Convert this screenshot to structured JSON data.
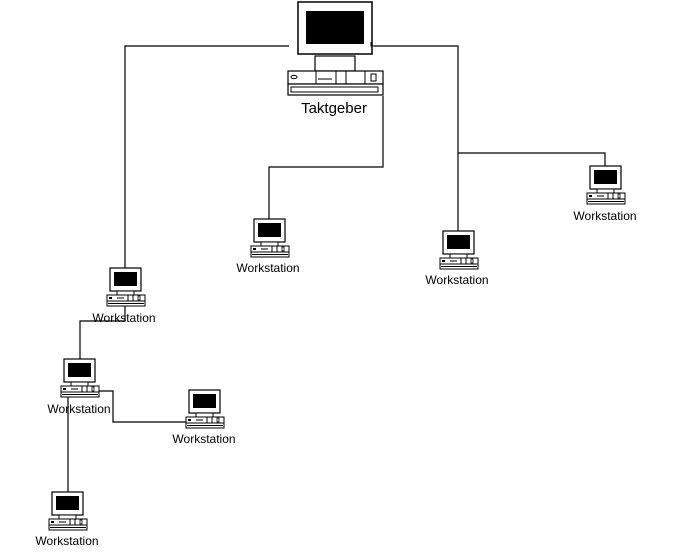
{
  "diagram": {
    "type": "network-topology",
    "colors": {
      "line": "#000000",
      "background": "#ffffff",
      "screen": "#000000"
    },
    "nodes": [
      {
        "id": "server",
        "label": "Taktgeber",
        "kind": "server",
        "icon": "server-computer-icon"
      },
      {
        "id": "ws1",
        "label": "Workstation",
        "kind": "workstation",
        "icon": "workstation-icon"
      },
      {
        "id": "ws2",
        "label": "Workstation",
        "kind": "workstation",
        "icon": "workstation-icon"
      },
      {
        "id": "ws3",
        "label": "Workstation",
        "kind": "workstation",
        "icon": "workstation-icon"
      },
      {
        "id": "ws4",
        "label": "Workstation",
        "kind": "workstation",
        "icon": "workstation-icon"
      },
      {
        "id": "ws5",
        "label": "Workstation",
        "kind": "workstation",
        "icon": "workstation-icon"
      },
      {
        "id": "ws6",
        "label": "Workstation",
        "kind": "workstation",
        "icon": "workstation-icon"
      },
      {
        "id": "ws7",
        "label": "Workstation",
        "kind": "workstation",
        "icon": "workstation-icon"
      }
    ],
    "edges": [
      {
        "from": "server",
        "to": "ws1"
      },
      {
        "from": "server",
        "to": "ws2"
      },
      {
        "from": "server",
        "to": "ws3"
      },
      {
        "from": "server",
        "to": "ws4"
      },
      {
        "from": "ws1",
        "to": "ws5"
      },
      {
        "from": "ws5",
        "to": "ws6"
      },
      {
        "from": "ws5",
        "to": "ws7"
      }
    ]
  }
}
